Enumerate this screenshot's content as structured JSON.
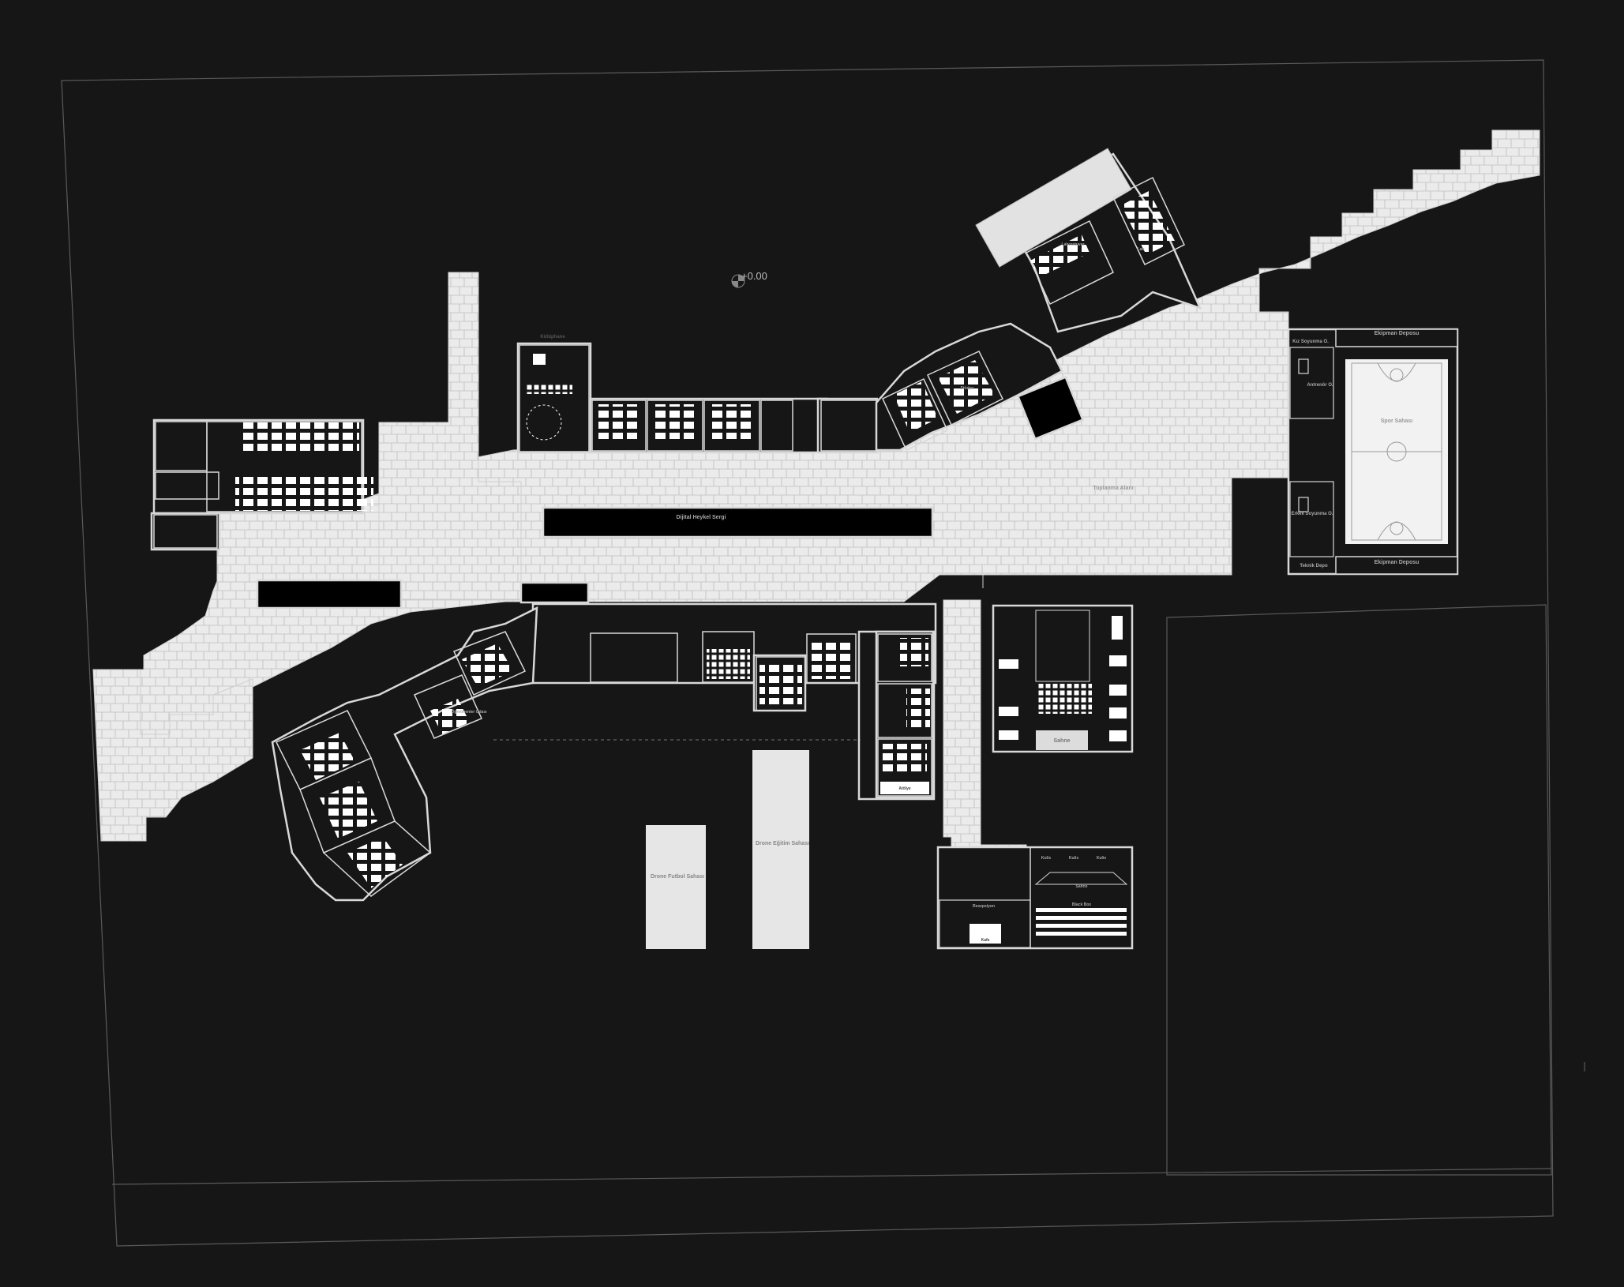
{
  "plan": {
    "background": "#161616",
    "paving_color": "#e9e9e9",
    "wall_color": "#dddddd",
    "level_marker": "+0.00",
    "labels": {
      "exhibition": "Dijital Heykel Sergi",
      "square": "Toplanma Alanı",
      "sport_field": "Spor Sahası",
      "equipment_store_top": "Ekipman Deposu",
      "equipment_store_bottom": "Ekipman Deposu",
      "changing_girls": "Kız Soyunma O.",
      "changing_boys": "Erkek Soyunma O.",
      "coach": "Antrenör O.",
      "technical_store": "Teknik Depo",
      "drone_football": "Drone Futbol Sahası",
      "drone_training": "Drone Eğitim Sahası",
      "stage_hall": "Sahne",
      "stage_theatre": "Sahne",
      "black_box": "Black Box",
      "reception": "Resepsiyon",
      "cafe": "Kafe",
      "dressing_1": "Kulis",
      "dressing_2": "Kulis",
      "dressing_3": "Kulis",
      "teachers_room": "Öğretmenler Odası",
      "lab": "Laboratuvar",
      "lab_room": "Lab",
      "workshop": "Atölye",
      "studio": "Stüdyo",
      "library": "Kütüphane"
    }
  }
}
